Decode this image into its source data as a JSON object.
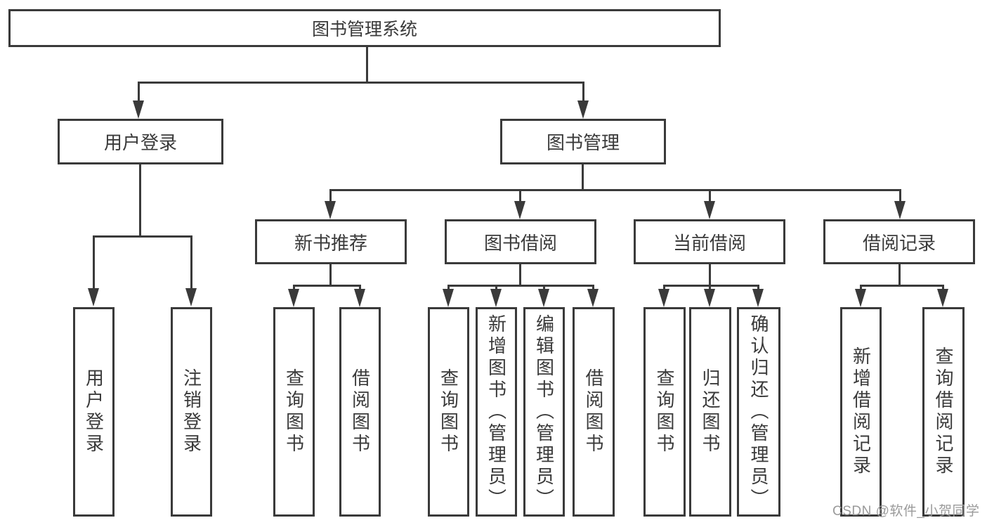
{
  "diagram": {
    "root": {
      "label": "图书管理系统"
    },
    "level2": [
      {
        "label": "用户登录"
      },
      {
        "label": "图书管理"
      }
    ],
    "level3": [
      {
        "label": "新书推荐"
      },
      {
        "label": "图书借阅"
      },
      {
        "label": "当前借阅"
      },
      {
        "label": "借阅记录"
      }
    ],
    "leaves": {
      "user_login": [
        "用户登录",
        "注销登录"
      ],
      "new_books": [
        "查询图书",
        "借阅图书"
      ],
      "book_borrow": [
        "查询图书",
        "新增图书（管理员）",
        "编辑图书（管理员）",
        "借阅图书"
      ],
      "current_borrow": [
        "查询图书",
        "归还图书",
        "确认归还（管理员）"
      ],
      "borrow_records": [
        "新增借阅记录",
        "查询借阅记录"
      ]
    },
    "watermark": "CSDN @软件_小贺同学",
    "colors": {
      "line": "#3a3a3a",
      "text": "#3a3a3a",
      "background": "#ffffff",
      "watermark": "#9a9a9a"
    }
  }
}
